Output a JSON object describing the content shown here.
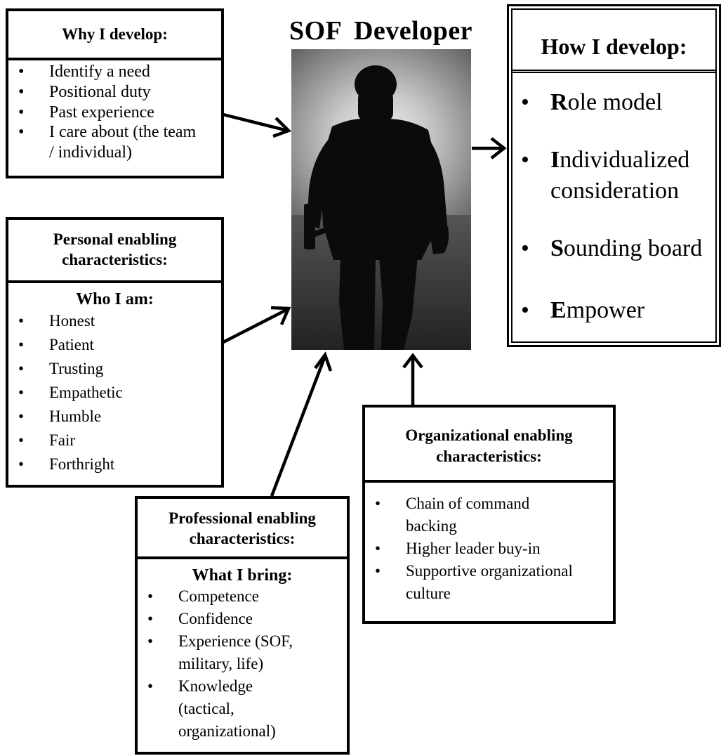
{
  "title": "SOF  Developer",
  "why": {
    "heading": "Why I develop:",
    "items": [
      "Identify a need",
      "Positional duty",
      "Past experience",
      "I care about (the team / individual)"
    ]
  },
  "personal": {
    "heading": "Personal enabling characteristics:",
    "subheading": "Who I am:",
    "items": [
      "Honest",
      "Patient",
      "Trusting",
      "Empathetic",
      "Humble",
      "Fair",
      "Forthright"
    ]
  },
  "professional": {
    "heading": "Professional enabling characteristics:",
    "subheading": "What I bring:",
    "items": [
      "Competence",
      "Confidence",
      "Experience (SOF, military, life)",
      "Knowledge (tactical, organizational)"
    ]
  },
  "organizational": {
    "heading": "Organizational enabling characteristics:",
    "items": [
      "Chain of command backing",
      "Higher leader buy-in",
      "Supportive organizational culture"
    ]
  },
  "how": {
    "heading": "How I develop:",
    "items": [
      {
        "initial": "R",
        "rest": "ole model"
      },
      {
        "initial": "I",
        "rest": "ndividualized consideration"
      },
      {
        "initial": "S",
        "rest": "ounding board"
      },
      {
        "initial": "E",
        "rest": "mpower"
      }
    ]
  },
  "colors": {
    "line": "#000000",
    "sky_top": "#6c6c6c",
    "sky_glow": "#ececec",
    "ground": "#3a3a3a",
    "silhouette": "#0b0b0b"
  }
}
